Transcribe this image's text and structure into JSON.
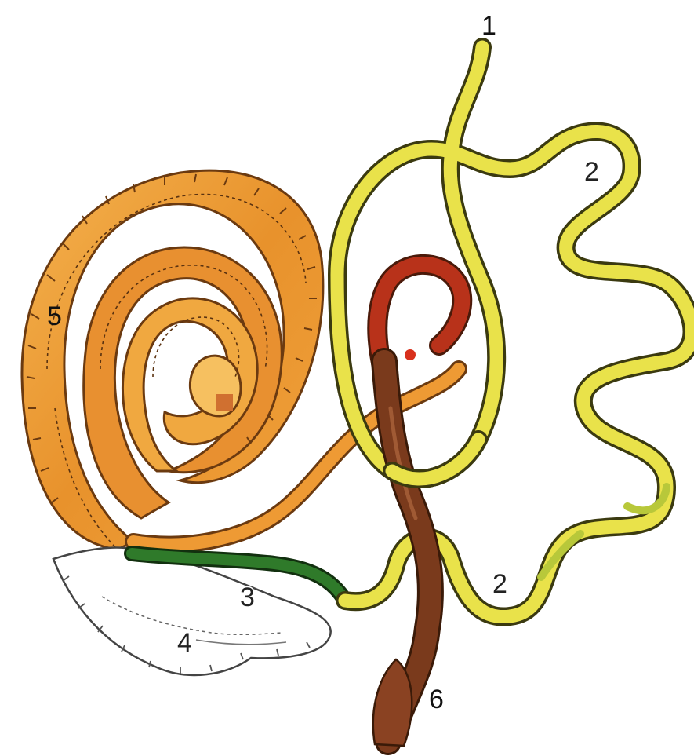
{
  "diagram": {
    "labels": {
      "l1": "1",
      "l2a": "2",
      "l2b": "2",
      "l3": "3",
      "l4": "4",
      "l5": "5",
      "l6": "6"
    },
    "colors": {
      "coil_orange": "#e8962e",
      "coil_light": "#f2b24a",
      "coil_dark": "#c8701c",
      "yellow_tube": "#e9e24a",
      "yellow_edge": "#3b3a10",
      "green_tube": "#2f7a2a",
      "brown_tube": "#7a3a1c",
      "red_tube": "#b8321a",
      "white_part": "#ffffff",
      "outline": "#3a2410"
    }
  }
}
